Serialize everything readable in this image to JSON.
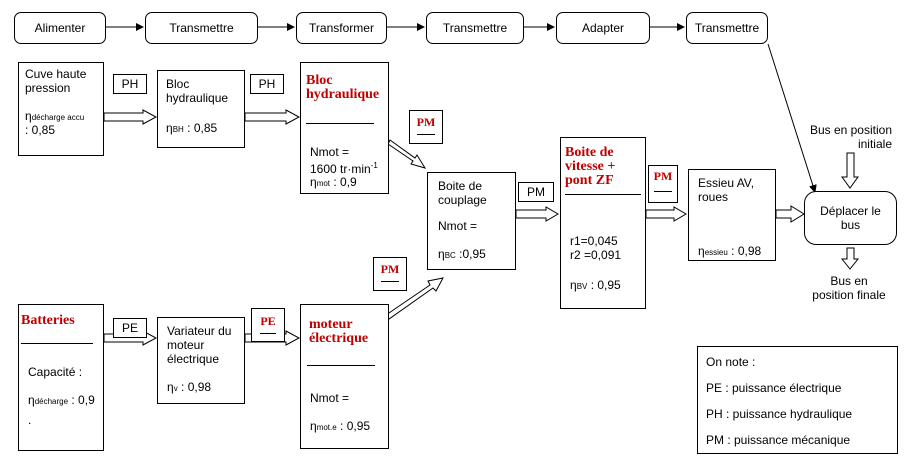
{
  "steps": [
    "Alimenter",
    "Transmettre",
    "Transformer",
    "Transmettre",
    "Adapter",
    "Transmettre"
  ],
  "cuve": {
    "title": "Cuve haute pression",
    "eta_label": "η",
    "eta_sub": "décharge accu",
    "eta_value": ": 0,85"
  },
  "bloc1": {
    "title": "Bloc hydraulique",
    "eta_label": "η",
    "eta_sub": "BH",
    "eta_value": ": 0,85"
  },
  "bloc2": {
    "title": "Bloc hydraulique",
    "nmot": "Nmot =",
    "speed": "1600 tr·min",
    "speed_exp": "-1",
    "eta_label": "η",
    "eta_sub": "mot",
    "eta_value": ": 0,9"
  },
  "couplage": {
    "title": "Boite de couplage",
    "nmot": "Nmot =",
    "eta_label": "η",
    "eta_sub": "BC",
    "eta_value": ":0,95"
  },
  "boite": {
    "title": "Boite de vitesse + pont ZF",
    "r1": "r1=0,045",
    "r2": "r2 =0,091",
    "eta_label": "η",
    "eta_sub": "BV",
    "eta_value": ": 0,95"
  },
  "essieu": {
    "title": "Essieu AV, roues",
    "eta_label": "η",
    "eta_sub": "essieu",
    "eta_value": ": 0,98"
  },
  "deplacer": {
    "title": "Déplacer le bus"
  },
  "bus_initial": "Bus en position initiale",
  "bus_final": "Bus en position finale",
  "batteries": {
    "title": "Batteries",
    "capacite": "Capacité :",
    "eta_label": "η",
    "eta_sub": "décharge",
    "eta_value": ": 0,9",
    "dot": "."
  },
  "variateur": {
    "title": "Variateur du moteur électrique",
    "eta_label": "η",
    "eta_sub": "v",
    "eta_value": ": 0,98"
  },
  "moteur": {
    "title": "moteur électrique",
    "nmot": "Nmot =",
    "eta_label": "η",
    "eta_sub": "mot.e",
    "eta_value": ": 0,95"
  },
  "flow_labels": {
    "ph1": "PH",
    "ph2": "PH",
    "pm1": "PM",
    "pm2": "PM",
    "pm3": "PM",
    "pm4": "PM",
    "pe1": "PE",
    "pe2": "PE"
  },
  "legend": {
    "title": "On note :",
    "pe": "PE : puissance électrique",
    "ph": "PH : puissance hydraulique",
    "pm": "PM : puissance mécanique"
  },
  "colors": {
    "highlight_text": "#c00000",
    "line": "#000000"
  }
}
